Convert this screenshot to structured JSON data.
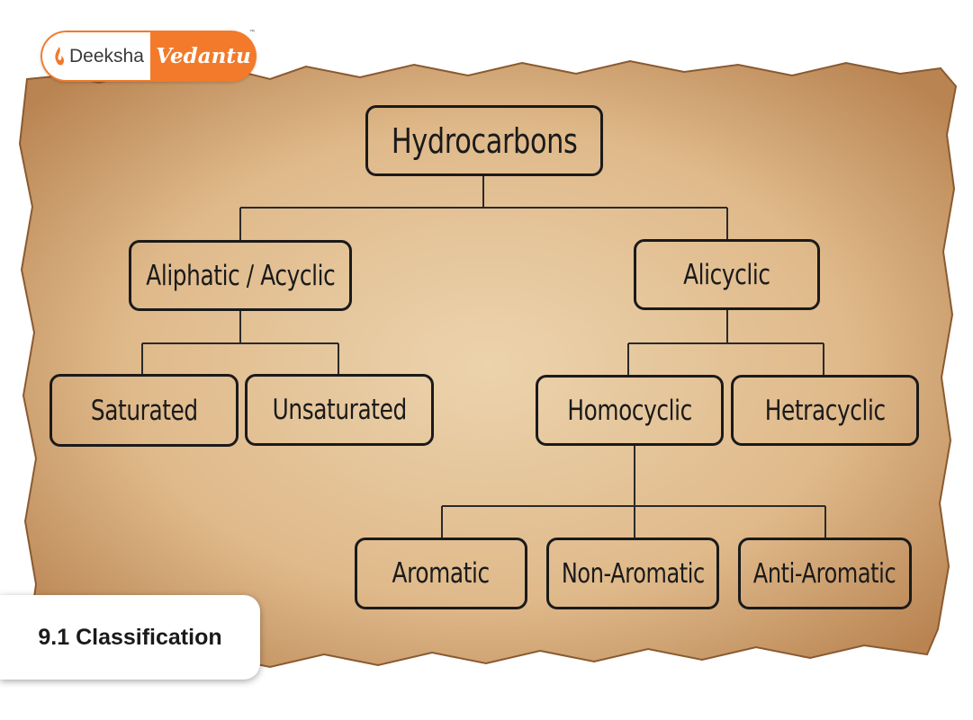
{
  "logo": {
    "left_text": "Deeksha",
    "right_text": "Vedantu"
  },
  "diagram": {
    "root": "Hydrocarbons",
    "aliphatic": "Aliphatic / Acyclic",
    "alicyclic": "Alicyclic",
    "saturated": "Saturated",
    "unsaturated": "Unsaturated",
    "homocyclic": "Homocyclic",
    "hetracyclic": "Hetracyclic",
    "aromatic": "Aromatic",
    "non_aromatic": "Non-Aromatic",
    "anti_aromatic": "Anti-Aromatic"
  },
  "section": {
    "label": "9.1 Classification"
  },
  "colors": {
    "parchment": "#d9b48a",
    "brand": "#f27a2a",
    "ink": "#1a1a1a"
  }
}
